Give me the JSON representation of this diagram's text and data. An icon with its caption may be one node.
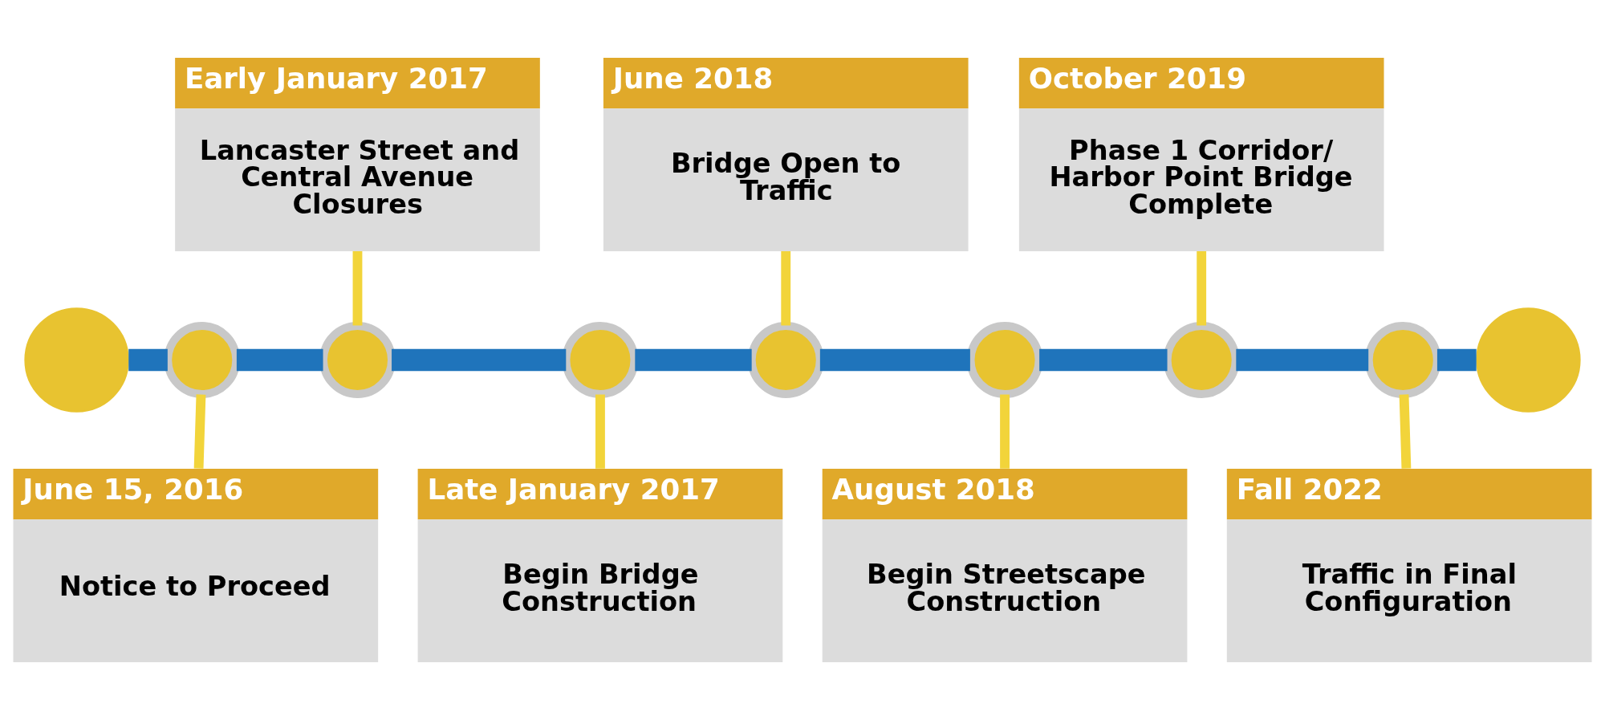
{
  "diagram": {
    "nodes": [
      {
        "text": [],
        "shape": "circle"
      },
      {
        "text": [],
        "shape": "circle"
      },
      {
        "text": [],
        "shape": "circle"
      },
      {
        "text": [],
        "shape": "circle"
      },
      {
        "text": [],
        "shape": "circle"
      },
      {
        "text": [],
        "shape": "circle"
      },
      {
        "text": [],
        "shape": "circle"
      },
      {
        "text": [],
        "shape": "circle"
      },
      {
        "text": [],
        "shape": "circle"
      },
      {
        "text": [
          "June 15, 2016",
          "Notice to Proceed"
        ]
      },
      {
        "text": [
          "Early January 2017",
          "Lancaster Street and Central Avenue Closures"
        ]
      },
      {
        "text": [
          "Late January 2017",
          "Begin Bridge Construction"
        ]
      },
      {
        "text": [
          "June 2018",
          "Bridge Open to Traffic"
        ]
      },
      {
        "text": [
          "August 2018",
          "Begin Streetscape Construction"
        ]
      },
      {
        "text": [
          "October 2019",
          "Phase 1 Corridor/ Harbor Point Bridge Complete"
        ]
      },
      {
        "text": [
          "Fall 2022",
          "Traffic in Final Configuration"
        ]
      }
    ],
    "edges": [
      {
        "from": 0,
        "to": 1,
        "arrow": "none"
      },
      {
        "from": 1,
        "to": 2,
        "arrow": "none"
      },
      {
        "from": 2,
        "to": 3,
        "arrow": "none"
      },
      {
        "from": 3,
        "to": 4,
        "arrow": "none"
      },
      {
        "from": 4,
        "to": 5,
        "arrow": "none"
      },
      {
        "from": 5,
        "to": 6,
        "arrow": "none"
      },
      {
        "from": 6,
        "to": 7,
        "arrow": "none"
      },
      {
        "from": 7,
        "to": 8,
        "arrow": "none"
      },
      {
        "from": 1,
        "to": 9,
        "arrow": "none",
        "color": "#f2d43a"
      },
      {
        "from": 10,
        "to": 2,
        "arrow": "none",
        "color": "#f2d43a"
      },
      {
        "from": 3,
        "to": 11,
        "arrow": "none",
        "color": "#f2d43a"
      },
      {
        "from": 12,
        "to": 4,
        "arrow": "none",
        "color": "#f2d43a"
      },
      {
        "from": 5,
        "to": 13,
        "arrow": "none",
        "color": "#f2d43a"
      },
      {
        "from": 14,
        "to": 6,
        "arrow": "none",
        "color": "#f2d43a"
      },
      {
        "from": 7,
        "to": 15,
        "arrow": "none",
        "color": "#f2d43a"
      }
    ]
  }
}
